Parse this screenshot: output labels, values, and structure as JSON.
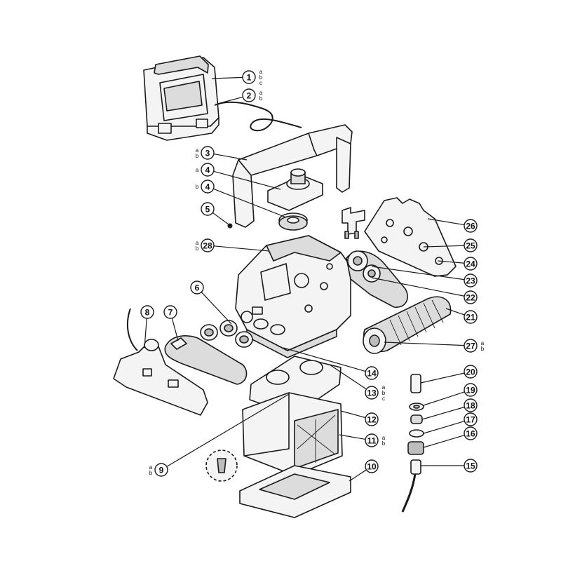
{
  "diagram": {
    "callouts": [
      {
        "number": "1",
        "variants": [
          "a",
          "b",
          "c"
        ]
      },
      {
        "number": "2",
        "variants": [
          "a",
          "b"
        ]
      },
      {
        "number": "3",
        "variants": [
          "a",
          "b"
        ]
      },
      {
        "number": "4",
        "variants": [
          "a"
        ]
      },
      {
        "number": "4",
        "variants": [
          "b"
        ]
      },
      {
        "number": "5",
        "variants": []
      },
      {
        "number": "28",
        "variants": [
          "a",
          "b"
        ]
      },
      {
        "number": "6",
        "variants": []
      },
      {
        "number": "8",
        "variants": []
      },
      {
        "number": "7",
        "variants": []
      },
      {
        "number": "26",
        "variants": []
      },
      {
        "number": "25",
        "variants": []
      },
      {
        "number": "24",
        "variants": []
      },
      {
        "number": "23",
        "variants": []
      },
      {
        "number": "22",
        "variants": []
      },
      {
        "number": "21",
        "variants": []
      },
      {
        "number": "27",
        "variants": [
          "a",
          "b"
        ]
      },
      {
        "number": "14",
        "variants": []
      },
      {
        "number": "13",
        "variants": [
          "a",
          "b",
          "c"
        ]
      },
      {
        "number": "12",
        "variants": []
      },
      {
        "number": "11",
        "variants": [
          "a",
          "b"
        ]
      },
      {
        "number": "10",
        "variants": []
      },
      {
        "number": "9",
        "variants": [
          "a",
          "b"
        ]
      },
      {
        "number": "20",
        "variants": []
      },
      {
        "number": "19",
        "variants": []
      },
      {
        "number": "18",
        "variants": []
      },
      {
        "number": "17",
        "variants": []
      },
      {
        "number": "16",
        "variants": []
      },
      {
        "number": "15",
        "variants": []
      }
    ]
  }
}
